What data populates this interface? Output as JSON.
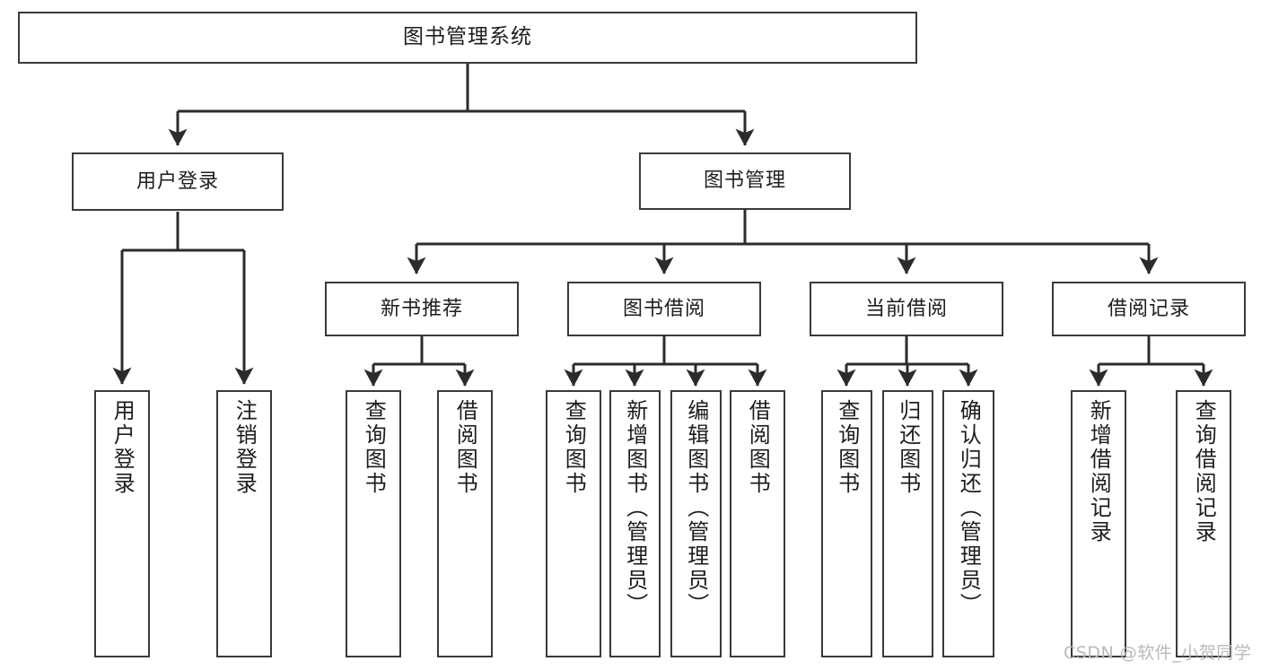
{
  "diagram": {
    "title": "图书管理系统",
    "type": "tree-hierarchy-diagram",
    "watermark": "CSDN @软件_小贺同学",
    "colors": {
      "box_border": "#3a3a3a",
      "box_fill": "#ffffff",
      "text": "#1d1d1d",
      "edge": "#2b2b2b",
      "watermark": "#b9b9b9",
      "background": "#ffffff"
    },
    "levels": {
      "root": {
        "label": "图书管理系统"
      },
      "level2": [
        {
          "label": "用户登录"
        },
        {
          "label": "图书管理"
        }
      ],
      "level3": [
        {
          "label": "新书推荐"
        },
        {
          "label": "图书借阅"
        },
        {
          "label": "当前借阅"
        },
        {
          "label": "借阅记录"
        }
      ],
      "leaves": {
        "user_login": [
          {
            "label": "用户登录"
          },
          {
            "label": "注销登录"
          }
        ],
        "new_book_recommend": [
          {
            "label": "查询图书"
          },
          {
            "label": "借阅图书"
          }
        ],
        "book_borrow": [
          {
            "label": "查询图书"
          },
          {
            "label": "新增图书（管理员）"
          },
          {
            "label": "编辑图书（管理员）"
          },
          {
            "label": "借阅图书"
          }
        ],
        "current_borrow": [
          {
            "label": "查询图书"
          },
          {
            "label": "归还图书"
          },
          {
            "label": "确认归还（管理员）"
          }
        ],
        "borrow_record": [
          {
            "label": "新增借阅记录"
          },
          {
            "label": "查询借阅记录"
          }
        ]
      }
    }
  }
}
